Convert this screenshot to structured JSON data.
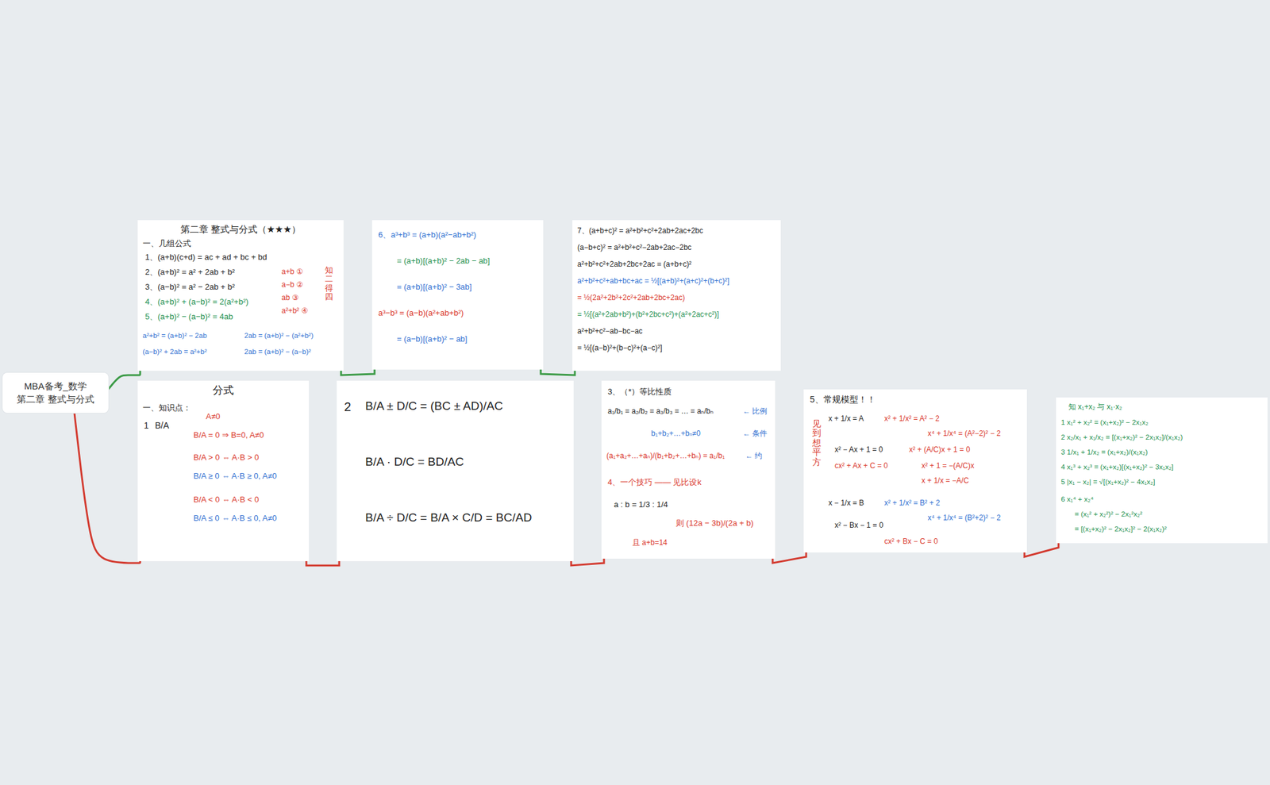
{
  "diagram": {
    "nodes": [
      {
        "text": [
          "MBA备考_数学",
          "第二章 整式与分式"
        ]
      },
      {
        "text": [
          "第二章 整式与分式（★★★）",
          "一、几组公式",
          "1、(a+b)(c+d) = ac + ad + bc + bd",
          "2、(a+b)² = a² + 2ab + b²",
          "3、(a−b)² = a² − 2ab + b²",
          "4、(a+b)² + (a−b)² = 2(a²+b²)",
          "5、(a+b)² − (a−b)² = 4ab",
          "a+b ①",
          "a−b ②",
          "ab ③",
          "a²+b² ④",
          "知二得四",
          "a²+b² = (a+b)² − 2ab",
          "2ab = (a+b)² − (a²+b²)",
          "(a−b)² + 2ab = a²+b²",
          "2ab = (a+b)² − (a−b)²"
        ]
      },
      {
        "text": [
          "6、a³+b³ = (a+b)(a²−ab+b²)",
          "= (a+b)[(a+b)² − 2ab − ab]",
          "= (a+b)[(a+b)² − 3ab]",
          "a³−b³ = (a−b)(a²+ab+b²)",
          "= (a−b)[(a+b)² − ab]"
        ]
      },
      {
        "text": [
          "7、(a+b+c)² = a²+b²+c²+2ab+2ac+2bc",
          "(a−b+c)² = a²+b²+c²−2ab+2ac−2bc",
          "a²+b²+c²+2ab+2bc+2ac = (a+b+c)²",
          "a²+b²+c²+ab+bc+ac = ½[(a+b)²+(a+c)²+(b+c)²]",
          "= ½(2a²+2b²+2c²+2ab+2bc+2ac)",
          "= ½[(a²+2ab+b²)+(b²+2bc+c²)+(a²+2ac+c²)]",
          "a²+b²+c²−ab−bc−ac",
          "= ½[(a−b)²+(b−c)²+(a−c)²]"
        ]
      },
      {
        "text": [
          "分式",
          "一、知识点：",
          "1",
          "B/A",
          "A≠0",
          "B/A = 0 ⇒ B=0, A≠0",
          "B/A > 0 ⇔ A·B > 0",
          "B/A ≥ 0 ⇔ A·B ≥ 0, A≠0",
          "B/A < 0 ⇔ A·B < 0",
          "B/A ≤ 0 ⇔ A·B ≤ 0, A≠0"
        ]
      },
      {
        "text": [
          "2",
          "B/A ± D/C = (BC ± AD)/AC",
          "B/A · D/C = BD/AC",
          "B/A ÷ D/C = B/A × C/D = BC/AD"
        ]
      },
      {
        "text": [
          "3、（*）等比性质",
          "a₁/b₁ = a₂/b₂ = a₃/b₃ = … = aₙ/bₙ",
          "← 比例",
          "b₁+b₂+…+bₙ≠0",
          "← 条件",
          "(a₁+a₂+…+aₙ)/(b₁+b₂+…+bₙ) = a₁/b₁",
          "← 约",
          "4、一个技巧 —— 见比设k",
          "a : b = 1/3 : 1/4",
          "则 (12a − 3b)/(2a + b)",
          "且 a+b=14"
        ]
      },
      {
        "text": [
          "5、常规模型！！",
          "见到想平方",
          "x + 1/x = A",
          "x² + 1/x² = A² − 2",
          "x⁴ + 1/x⁴ = (A²−2)² − 2",
          "x² − Ax + 1 = 0",
          "x² + (A/C)x + 1 = 0",
          "cx² + Ax + C = 0",
          "x² + 1 = −(A/C)x",
          "x + 1/x = −A/C",
          "x − 1/x = B",
          "x² + 1/x² = B² + 2",
          "x⁴ + 1/x⁴ = (B²+2)² − 2",
          "x² − Bx − 1 = 0",
          "cx² + Bx − C = 0"
        ]
      },
      {
        "text": [
          "知 x₁+x₂ 与 x₁·x₂",
          "1  x₁² + x₂² = (x₁+x₂)² − 2x₁x₂",
          "2  x₂/x₁ + x₁/x₂ = [(x₁+x₂)² − 2x₁x₂]/(x₁x₂)",
          "3  1/x₁ + 1/x₂ = (x₁+x₂)/(x₁x₂)",
          "4  x₁³ + x₂³ = (x₁+x₂)[(x₁+x₂)² − 3x₁x₂]",
          "5  |x₁ − x₂| = √[(x₁+x₂)² − 4x₁x₂]",
          "6  x₁⁴ + x₂⁴",
          "= (x₁² + x₂²)² − 2x₁²x₂²",
          "= [(x₁+x₂)² − 2x₁x₂]² − 2(x₁x₂)²"
        ]
      }
    ],
    "edges": [
      {
        "from": 0,
        "to": 1,
        "arrow": "none"
      },
      {
        "from": 1,
        "to": 2,
        "arrow": "none"
      },
      {
        "from": 2,
        "to": 3,
        "arrow": "none"
      },
      {
        "from": 0,
        "to": 4,
        "arrow": "none"
      },
      {
        "from": 4,
        "to": 5,
        "arrow": "none"
      },
      {
        "from": 5,
        "to": 6,
        "arrow": "none"
      },
      {
        "from": 6,
        "to": 7,
        "arrow": "none"
      },
      {
        "from": 7,
        "to": 8,
        "arrow": "none"
      }
    ]
  }
}
